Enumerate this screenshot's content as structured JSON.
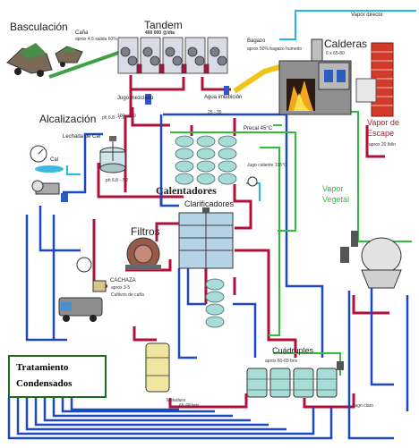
{
  "colors": {
    "pipe_red": "#b0103a",
    "pipe_blue": "#1b49c6",
    "pipe_green": "#2fbf3a",
    "pipe_cyan": "#22b8e8",
    "pipe_yellow": "#f0c419",
    "vessel_teal": "#a8dcd6",
    "brick": "#d23a2a"
  },
  "labels": {
    "basculacion": "Basculación",
    "cana": "Caña",
    "cana_sub": "aprox 4.5 salida 60%",
    "tandem": "Tandem",
    "tandem_sub": "400 000 @/dia",
    "bagazo": "Bagazo",
    "bagazo_sub": "aprox 50% bagazo humedo",
    "vapor_directo_top": "Vapor directo",
    "calderas": "Calderas",
    "calderas_sub": "6 x 65-80",
    "jugo_mezclado": "Jugo mezclado",
    "jugo_sub": "100 - 110",
    "agua_imbibicion": "Agua imbibición",
    "agua_sub": "25 - 35",
    "alcalizacion": "Alcalización",
    "alcal_sub": "ph 6.8 - 7.2",
    "lechada_cal": "Lechada de Cal",
    "cal": "Cal",
    "fosfatos": "ph 6.8 - 7.2",
    "vapor_escape_1": "Vapor de",
    "vapor_escape_2": "Escape",
    "vapor_escape_sub": "aprox 20 lb/in",
    "calentadores": "Calentadores",
    "clarificadores": "Clarificadores",
    "vapor_vegetal_1": "Vapor",
    "vapor_vegetal_2": "Vegetal",
    "filtros": "Filtros",
    "cachaza": "CACHAZA",
    "cachaza_sub1": "aprox 3-5",
    "cachaza_sub2": "Cultivos de caña",
    "cuadruples": "Cuádruples",
    "cuadruples_sub": "aprox 60-65 brix",
    "tratamiento_1": "Tratamiento",
    "tratamiento_2": "Condensados",
    "meladura": "Meladura",
    "meladura_sub": "65-68 brix",
    "jugo_claro": "Jugo claro",
    "preheat": "Precal 45°C",
    "hot_juice": "Jugo caliente 105°C"
  }
}
